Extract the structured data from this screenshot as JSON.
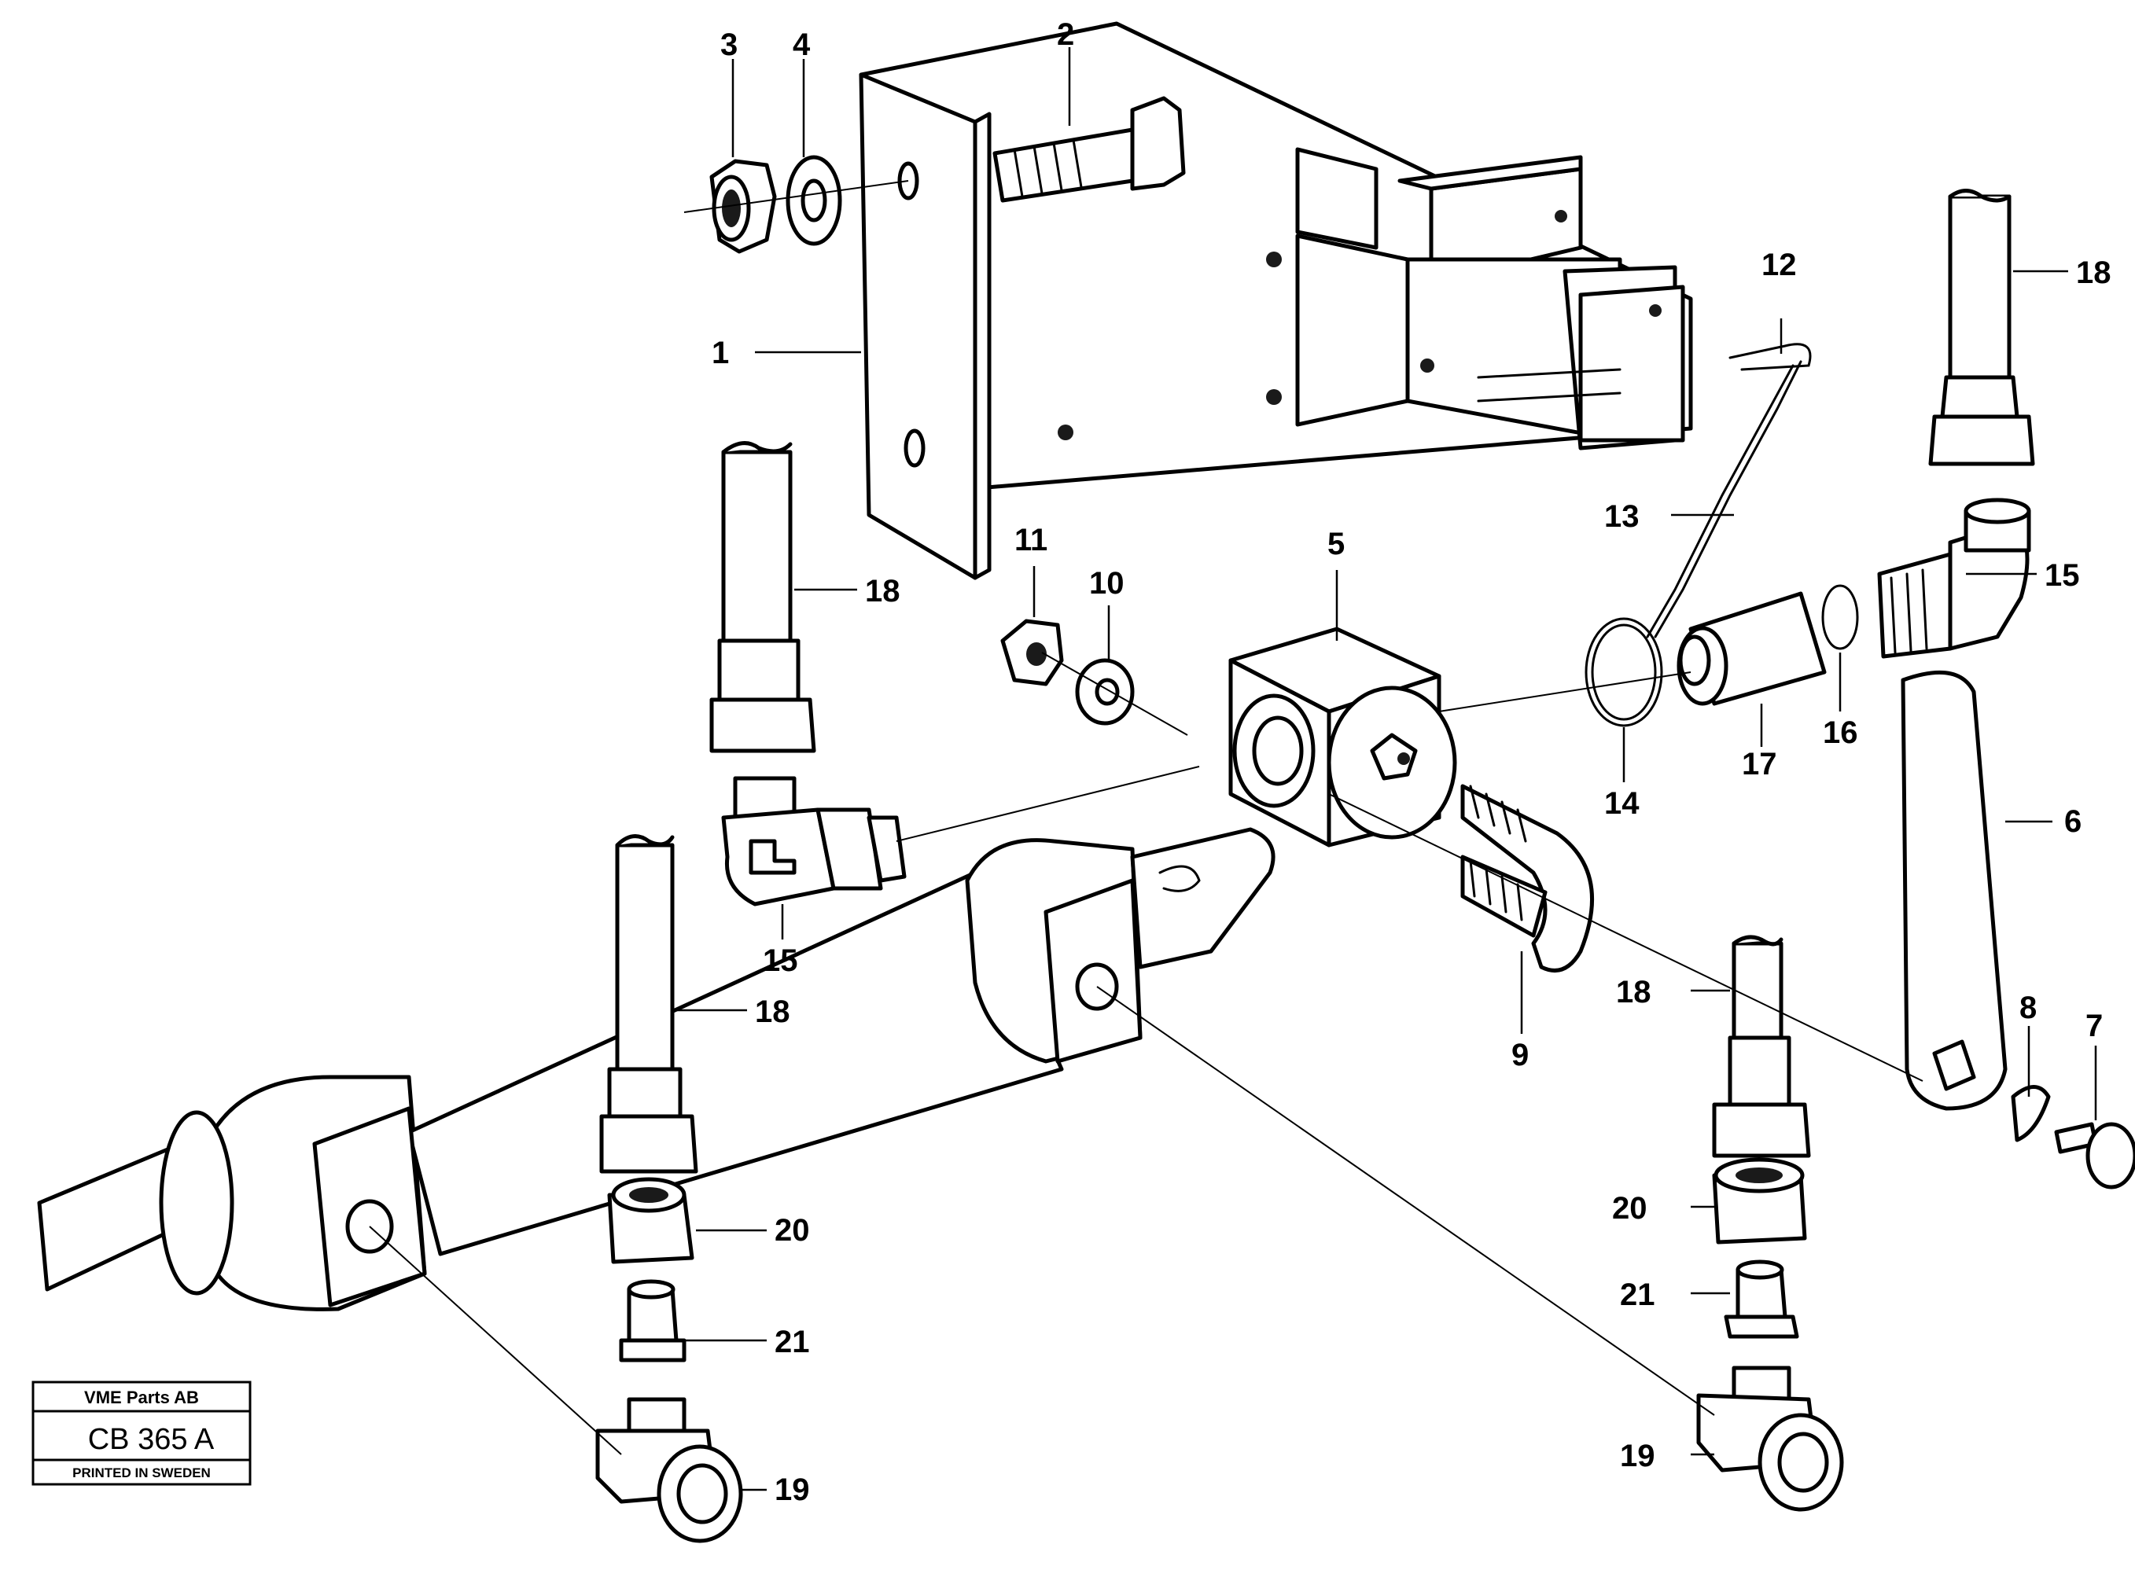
{
  "callouts": {
    "n1": "1",
    "n2": "2",
    "n3": "3",
    "n4": "4",
    "n5": "5",
    "n6": "6",
    "n7": "7",
    "n8": "8",
    "n9": "9",
    "n10": "10",
    "n11": "11",
    "n12": "12",
    "n13": "13",
    "n14": "14",
    "n15": "15",
    "n16": "16",
    "n17": "17",
    "n18": "18",
    "n19": "19",
    "n20": "20",
    "n21": "21"
  },
  "stamp": {
    "company": "VME Parts AB",
    "code": "CB 365 A",
    "printed": "PRINTED IN SWEDEN"
  }
}
